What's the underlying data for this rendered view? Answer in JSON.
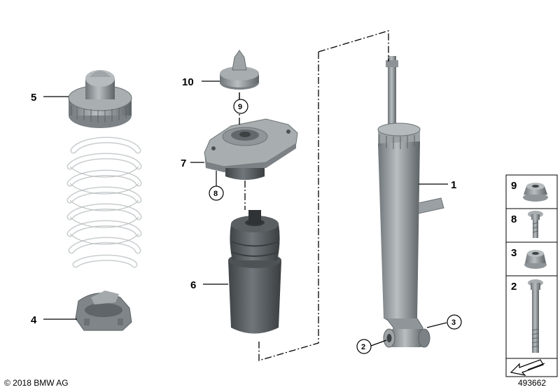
{
  "copyright": "© 2018 BMW AG",
  "diagram_id": "493662",
  "callouts": {
    "c1": "1",
    "c2": "2",
    "c3": "3",
    "c4": "4",
    "c5": "5",
    "c6": "6",
    "c7": "7",
    "c8": "8",
    "c9": "9",
    "c10": "10"
  },
  "legend": {
    "l9": "9",
    "l8": "8",
    "l3": "3",
    "l2": "2"
  },
  "colors": {
    "part_fill": "#9aa0a3",
    "part_dark": "#6b7174",
    "spring_fill": "#f4f4f4",
    "bumper_fill": "#54595c"
  }
}
